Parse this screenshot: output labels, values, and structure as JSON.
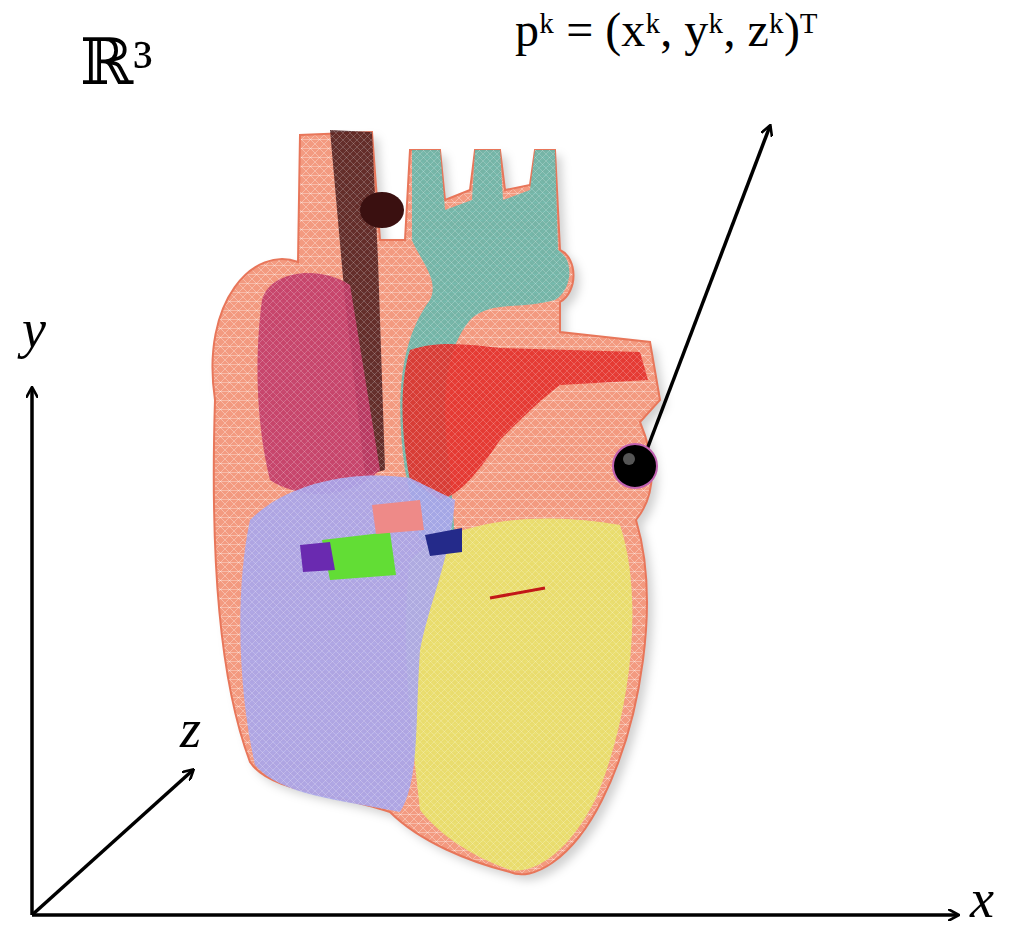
{
  "diagram": {
    "labels": [
      "ℝ³",
      "pᵏ = (xᵏ, yᵏ, zᵏ)ᵀ",
      "y",
      "z",
      "x"
    ]
  }
}
